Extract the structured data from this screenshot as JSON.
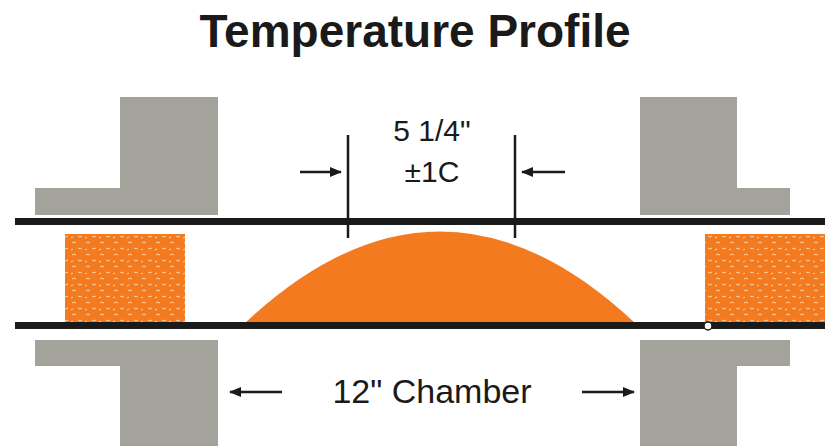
{
  "diagram": {
    "title": "Temperature Profile",
    "labels": [
      "5 1/4\"",
      "±1C",
      "12\" Chamber"
    ]
  }
}
